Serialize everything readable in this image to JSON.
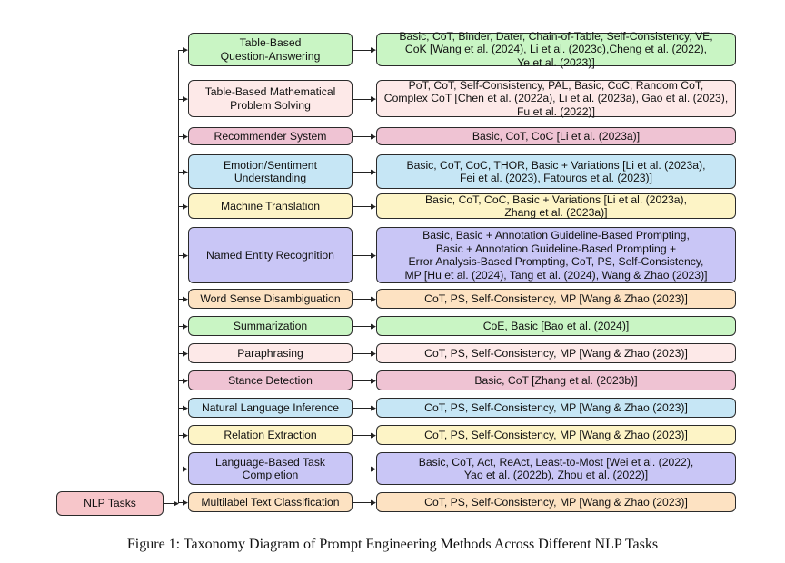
{
  "root": {
    "label": "NLP Tasks",
    "color": "#f7c6ca"
  },
  "tasks": [
    {
      "label": "Table-Based\nQuestion-Answering",
      "methods": "Basic, CoT, Binder, Dater, Chain-of-Table, Self-Consistency, VE,\nCoK [Wang et al. (2024), Li et al. (2023c),Cheng et al. (2022),\nYe et al. (2023)]",
      "color": "#c9f5c4"
    },
    {
      "label": "Table-Based Mathematical\nProblem Solving",
      "methods": "PoT, CoT, Self-Consistency, PAL, Basic, CoC, Random CoT,\nComplex CoT [Chen et al. (2022a), Li et al. (2023a), Gao et al. (2023),\nFu et al. (2022)]",
      "color": "#fde9e8"
    },
    {
      "label": "Recommender System",
      "methods": "Basic, CoT, CoC [Li et al. (2023a)]",
      "color": "#efc3d3"
    },
    {
      "label": "Emotion/Sentiment\nUnderstanding",
      "methods": "Basic, CoT, CoC, THOR, Basic + Variations [Li et al. (2023a),\nFei et al. (2023), Fatouros et al. (2023)]",
      "color": "#c6e6f5"
    },
    {
      "label": "Machine Translation",
      "methods": "Basic, CoT, CoC, Basic + Variations [Li et al. (2023a),\nZhang et al. (2023a)]",
      "color": "#fdf4c6"
    },
    {
      "label": "Named Entity Recognition",
      "methods": "Basic, Basic + Annotation Guideline-Based Prompting,\nBasic + Annotation Guideline-Based Prompting +\nError Analysis-Based Prompting, CoT, PS, Self-Consistency,\nMP [Hu et al. (2024), Tang et al. (2024), Wang & Zhao (2023)]",
      "color": "#c9c6f6"
    },
    {
      "label": "Word Sense Disambiguation",
      "methods": "CoT, PS, Self-Consistency, MP [Wang & Zhao (2023)]",
      "color": "#fde2c2"
    },
    {
      "label": "Summarization",
      "methods": "CoE, Basic [Bao et al. (2024)]",
      "color": "#c9f5c4"
    },
    {
      "label": "Paraphrasing",
      "methods": "CoT, PS, Self-Consistency, MP [Wang & Zhao (2023)]",
      "color": "#fde9e8"
    },
    {
      "label": "Stance Detection",
      "methods": "Basic, CoT [Zhang et al. (2023b)]",
      "color": "#efc3d3"
    },
    {
      "label": "Natural Language Inference",
      "methods": "CoT, PS, Self-Consistency, MP [Wang & Zhao (2023)]",
      "color": "#c6e6f5"
    },
    {
      "label": "Relation Extraction",
      "methods": "CoT, PS, Self-Consistency, MP [Wang & Zhao (2023)]",
      "color": "#fdf4c6"
    },
    {
      "label": "Language-Based Task\nCompletion",
      "methods": "Basic, CoT, Act, ReAct, Least-to-Most [Wei et al. (2022),\nYao et al. (2022b), Zhou et al. (2022)]",
      "color": "#c9c6f6"
    },
    {
      "label": "Multilabel Text Classification",
      "methods": "CoT, PS, Self-Consistency, MP [Wang & Zhao (2023)]",
      "color": "#fde2c2"
    }
  ],
  "caption": "Figure 1: Taxonomy Diagram of Prompt Engineering Methods Across Different NLP Tasks"
}
